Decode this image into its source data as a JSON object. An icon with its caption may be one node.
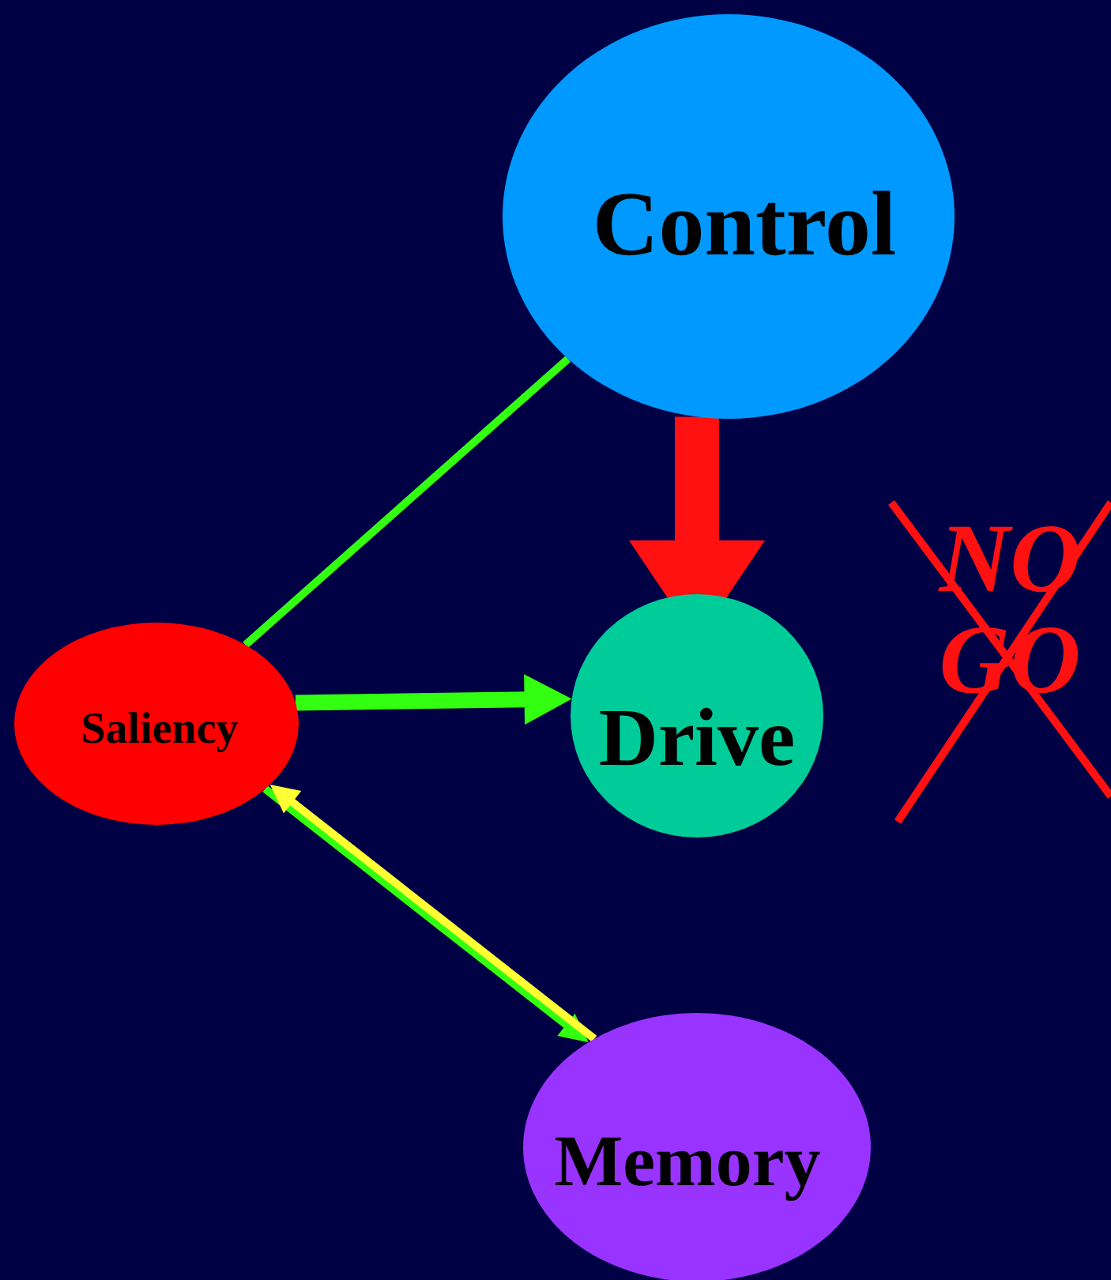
{
  "diagram": {
    "nodes": [
      {
        "text": [
          "Control"
        ]
      },
      {
        "text": [
          "Drive"
        ]
      },
      {
        "text": [
          "Saliency"
        ]
      },
      {
        "text": [
          "Memory"
        ]
      }
    ],
    "edges": [
      {
        "from": 0,
        "to": 2,
        "arrow": "none"
      },
      {
        "from": 0,
        "to": 1,
        "arrow": "to",
        "style": "thick",
        "color": "#ff1111"
      },
      {
        "from": 2,
        "to": 1,
        "arrow": "to",
        "style": "thick"
      },
      {
        "from": 2,
        "to": 3,
        "arrow": "to"
      },
      {
        "from": 3,
        "to": 2,
        "arrow": "to",
        "color": "#ffff33"
      }
    ],
    "labels": [
      "NO GO"
    ]
  }
}
